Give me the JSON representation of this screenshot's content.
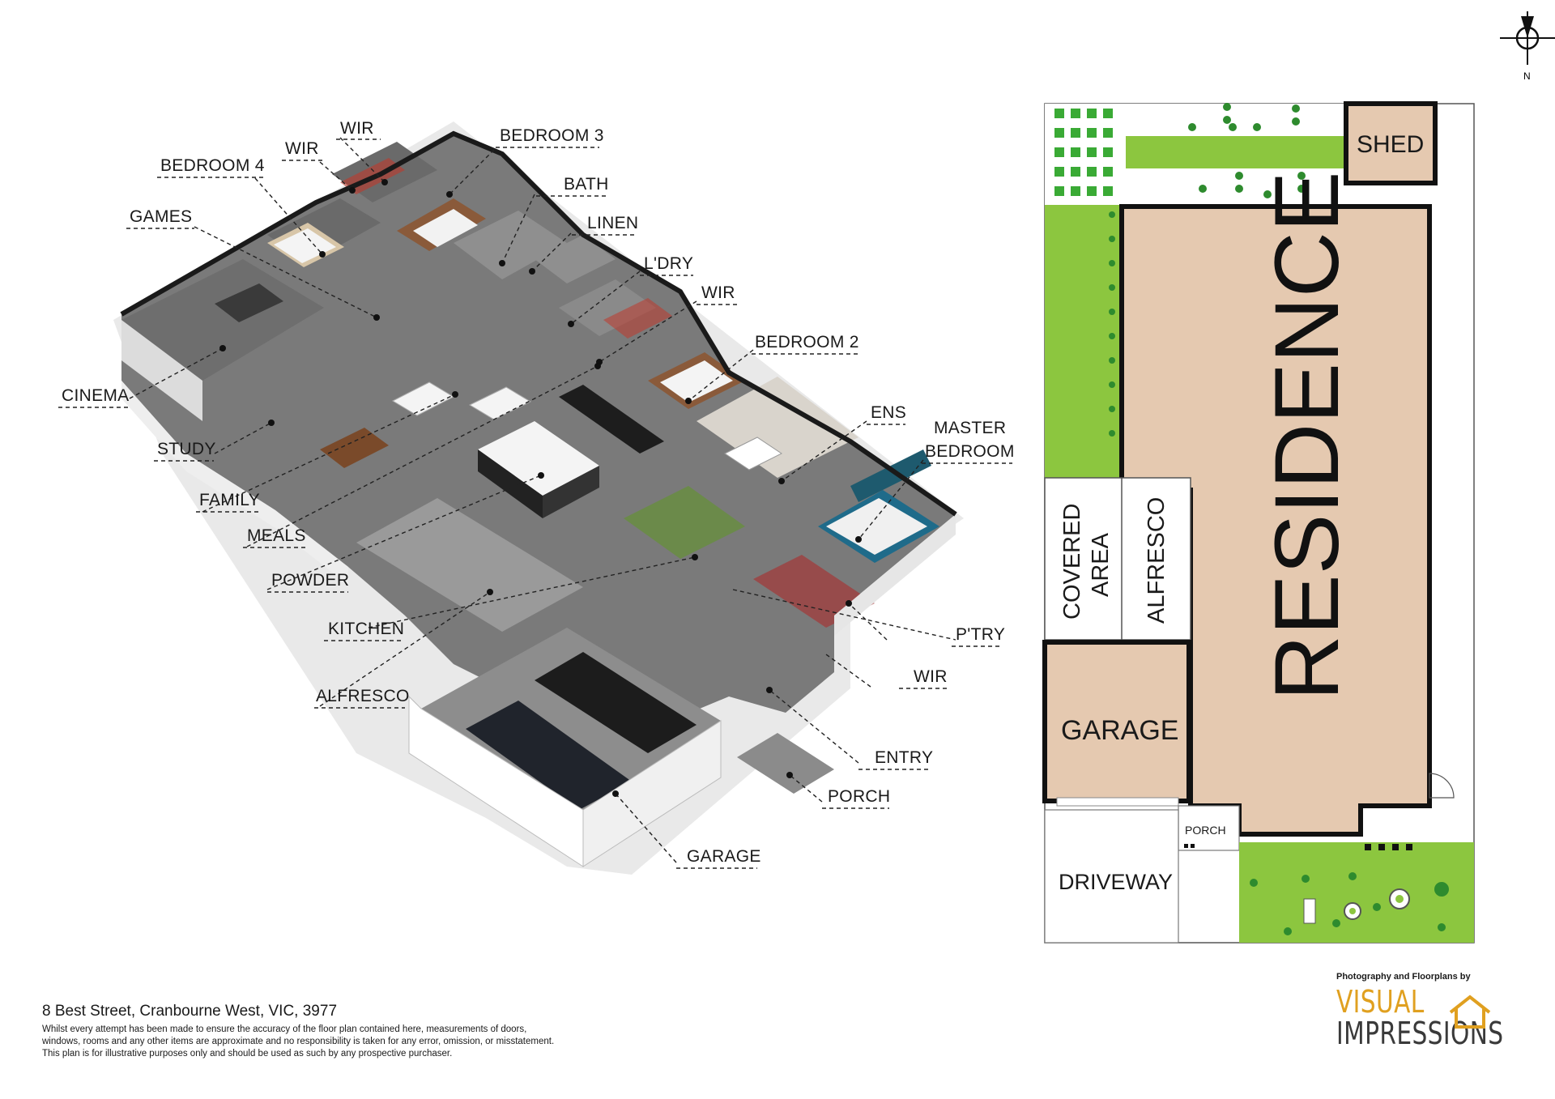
{
  "iso_labels": {
    "wir_top": "WIR",
    "wir_left": "WIR",
    "bedroom3": "BEDROOM 3",
    "bedroom4": "BEDROOM 4",
    "bath": "BATH",
    "games": "GAMES",
    "linen": "LINEN",
    "ldry": "L'DRY",
    "wir_mid": "WIR",
    "bedroom2": "BEDROOM 2",
    "cinema": "CINEMA",
    "ens": "ENS",
    "master1": "MASTER",
    "master2": "BEDROOM",
    "study": "STUDY",
    "family": "FAMILY",
    "meals": "MEALS",
    "powder": "POWDER",
    "kitchen": "KITCHEN",
    "ptry": "P'TRY",
    "wir_low": "WIR",
    "alfresco": "ALFRESCO",
    "entry": "ENTRY",
    "porch": "PORCH",
    "garage": "GARAGE"
  },
  "site_plan": {
    "north": "N",
    "shed": "SHED",
    "residence": "RESIDENCE",
    "covered1": "COVERED",
    "covered2": "AREA",
    "alfresco": "ALFRESCO",
    "garage": "GARAGE",
    "porch": "PORCH",
    "driveway": "DRIVEWAY"
  },
  "footer": {
    "address": "8 Best Street, Cranbourne West, VIC, 3977",
    "disclaimer1": "Whilst every attempt has been made to ensure the accuracy of the floor plan contained here, measurements of doors,",
    "disclaimer2": "windows, rooms and any other items are approximate and no responsibility is taken for any error, omission, or misstatement.",
    "disclaimer3": "This plan is for illustrative purposes only and should be used as such by any prospective purchaser."
  },
  "credit": {
    "line": "Photography and Floorplans by",
    "brand_top": "VISUAL",
    "brand_bottom": "IMPRESSIONS"
  },
  "colors": {
    "residence": "#e5c9b0",
    "lawn": "#8cc63f",
    "floor": "#7d7d7d",
    "wall": "#f2f2f2",
    "brand_orange": "#e0a020"
  }
}
